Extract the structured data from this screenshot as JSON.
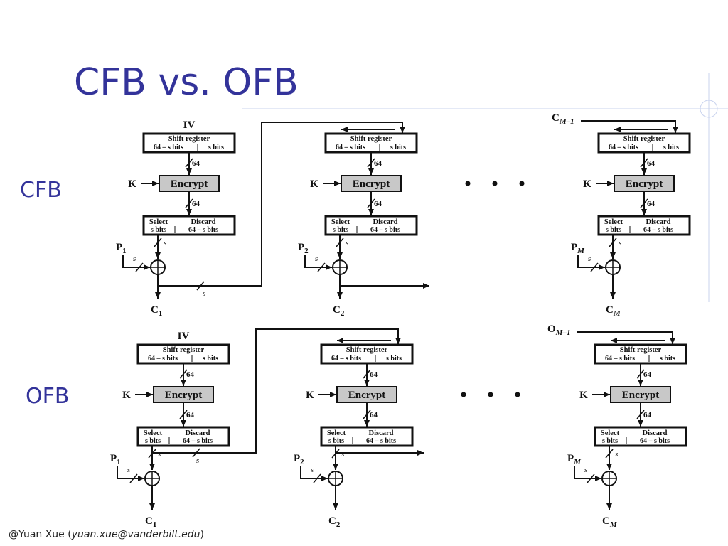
{
  "title": "CFB vs. OFB",
  "labels": {
    "cfb": "CFB",
    "ofb": "OFB"
  },
  "footer": {
    "author": "@Yuan Xue (",
    "email": "yuan.xue@vanderbilt.edu",
    "close": ")"
  },
  "diagram": {
    "shift_register": "Shift register",
    "bits_left": "64 – s bits",
    "bits_right": "s bits",
    "encrypt": "Encrypt",
    "select": "Select",
    "select_bits": "s bits",
    "discard": "Discard",
    "discard_bits": "64 – s bits",
    "bus_64": "64",
    "bus_s": "s",
    "key": "K",
    "iv": "IV",
    "ellipsis": "•    •    •",
    "cfb_feedback_label": "C",
    "cfb_feedback_sub": "M–1",
    "ofb_feedback_label": "O",
    "ofb_feedback_sub": "M–1",
    "p": "P",
    "c": "C",
    "sub1": "1",
    "sub2": "2",
    "subM": "M"
  },
  "colors": {
    "title": "#33339a",
    "encrypt_fill": "#c8c8c8",
    "guide": "#c9d3ee"
  }
}
